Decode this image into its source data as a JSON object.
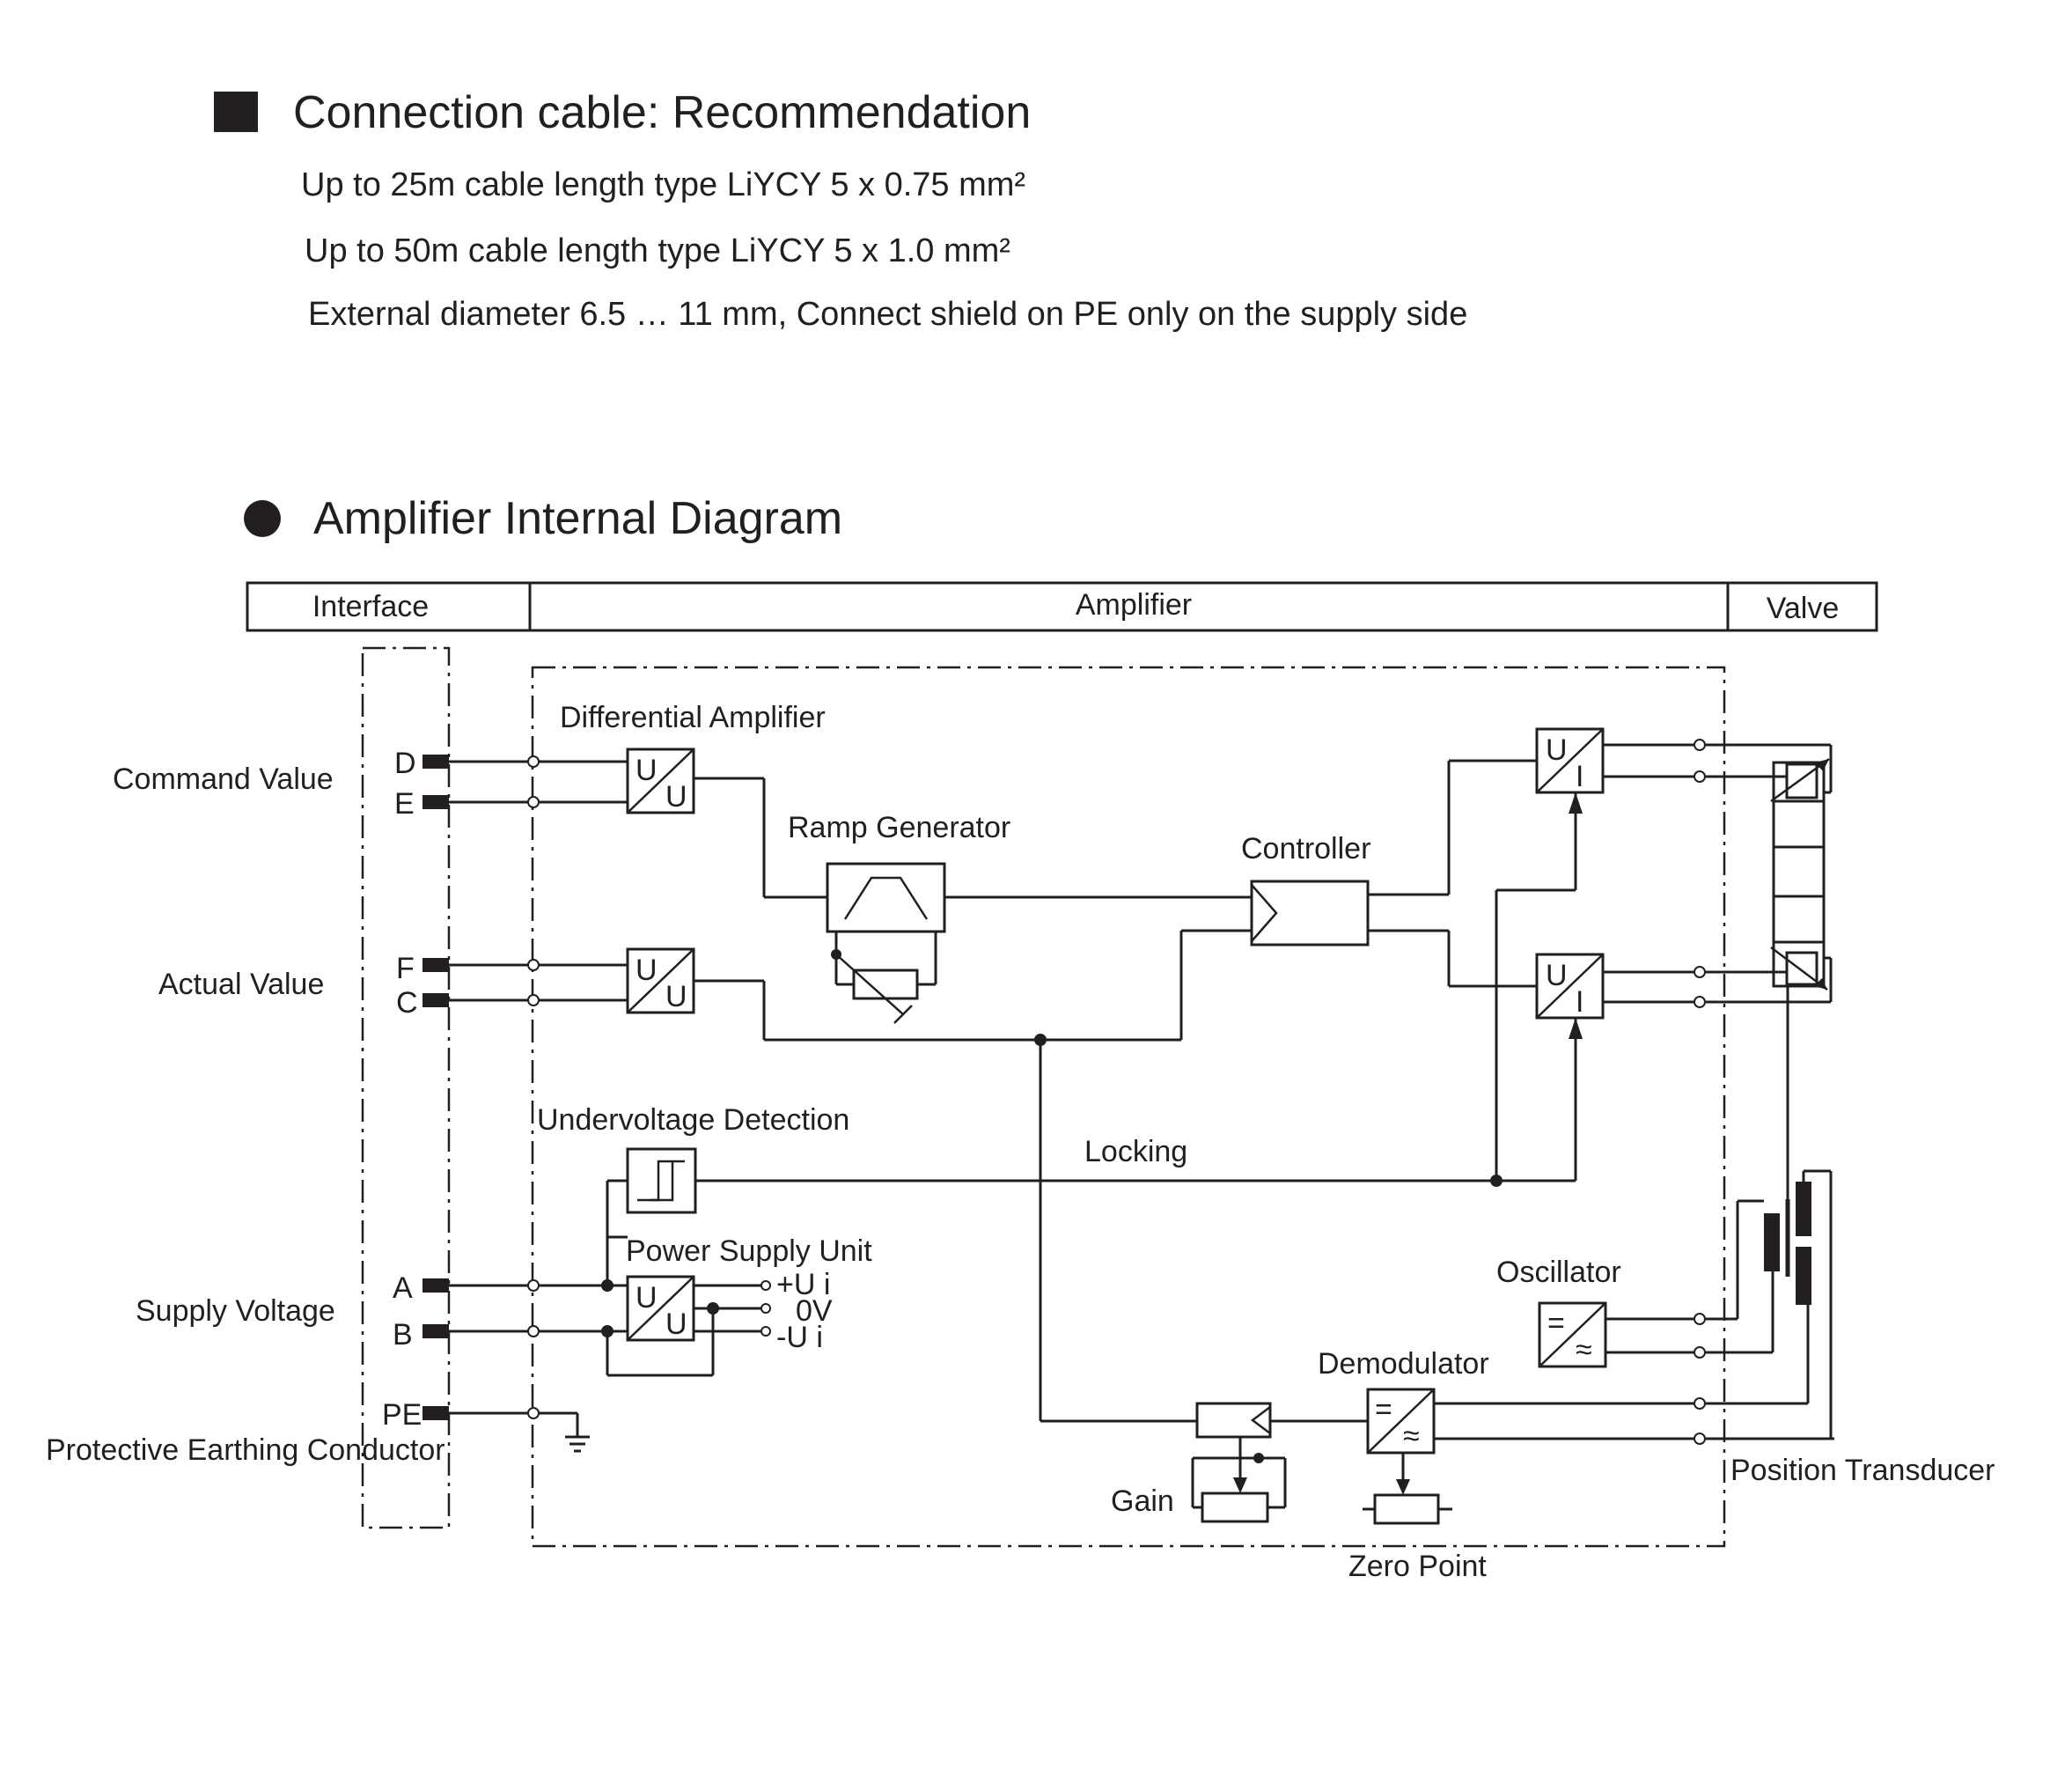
{
  "section1": {
    "title": "Connection cable: Recommendation",
    "lines": [
      "Up to 25m cable length type LiYCY 5 x 0.75 mm²",
      "Up to 50m cable length type LiYCY 5 x 1.0 mm²",
      "External diameter 6.5 … 11 mm, Connect shield on PE only on the supply side"
    ]
  },
  "section2": {
    "title": "Amplifier Internal Diagram"
  },
  "header": {
    "interface": "Interface",
    "amplifier": "Amplifier",
    "valve": "Valve"
  },
  "signals": {
    "command_value": "Command Value",
    "actual_value": "Actual Value",
    "supply_voltage": "Supply Voltage",
    "pe_conductor": "Protective Earthing Conductor"
  },
  "pins": {
    "d": "D",
    "e": "E",
    "f": "F",
    "c": "C",
    "a": "A",
    "b": "B",
    "pe": "PE"
  },
  "blocks": {
    "differential_amplifier": "Differential Amplifier",
    "ramp_generator": "Ramp Generator",
    "controller": "Controller",
    "undervoltage_detection": "Undervoltage Detection",
    "locking": "Locking",
    "power_supply_unit": "Power Supply Unit",
    "oscillator": "Oscillator",
    "demodulator": "Demodulator",
    "gain": "Gain",
    "zero_point": "Zero Point",
    "position_transducer": "Position Transducer"
  },
  "supply_outputs": {
    "plus": "+U i",
    "zero": "0V",
    "minus": "-U i"
  },
  "symbols": {
    "u": "U",
    "i": "I",
    "eq": "=",
    "ac": "≈"
  }
}
